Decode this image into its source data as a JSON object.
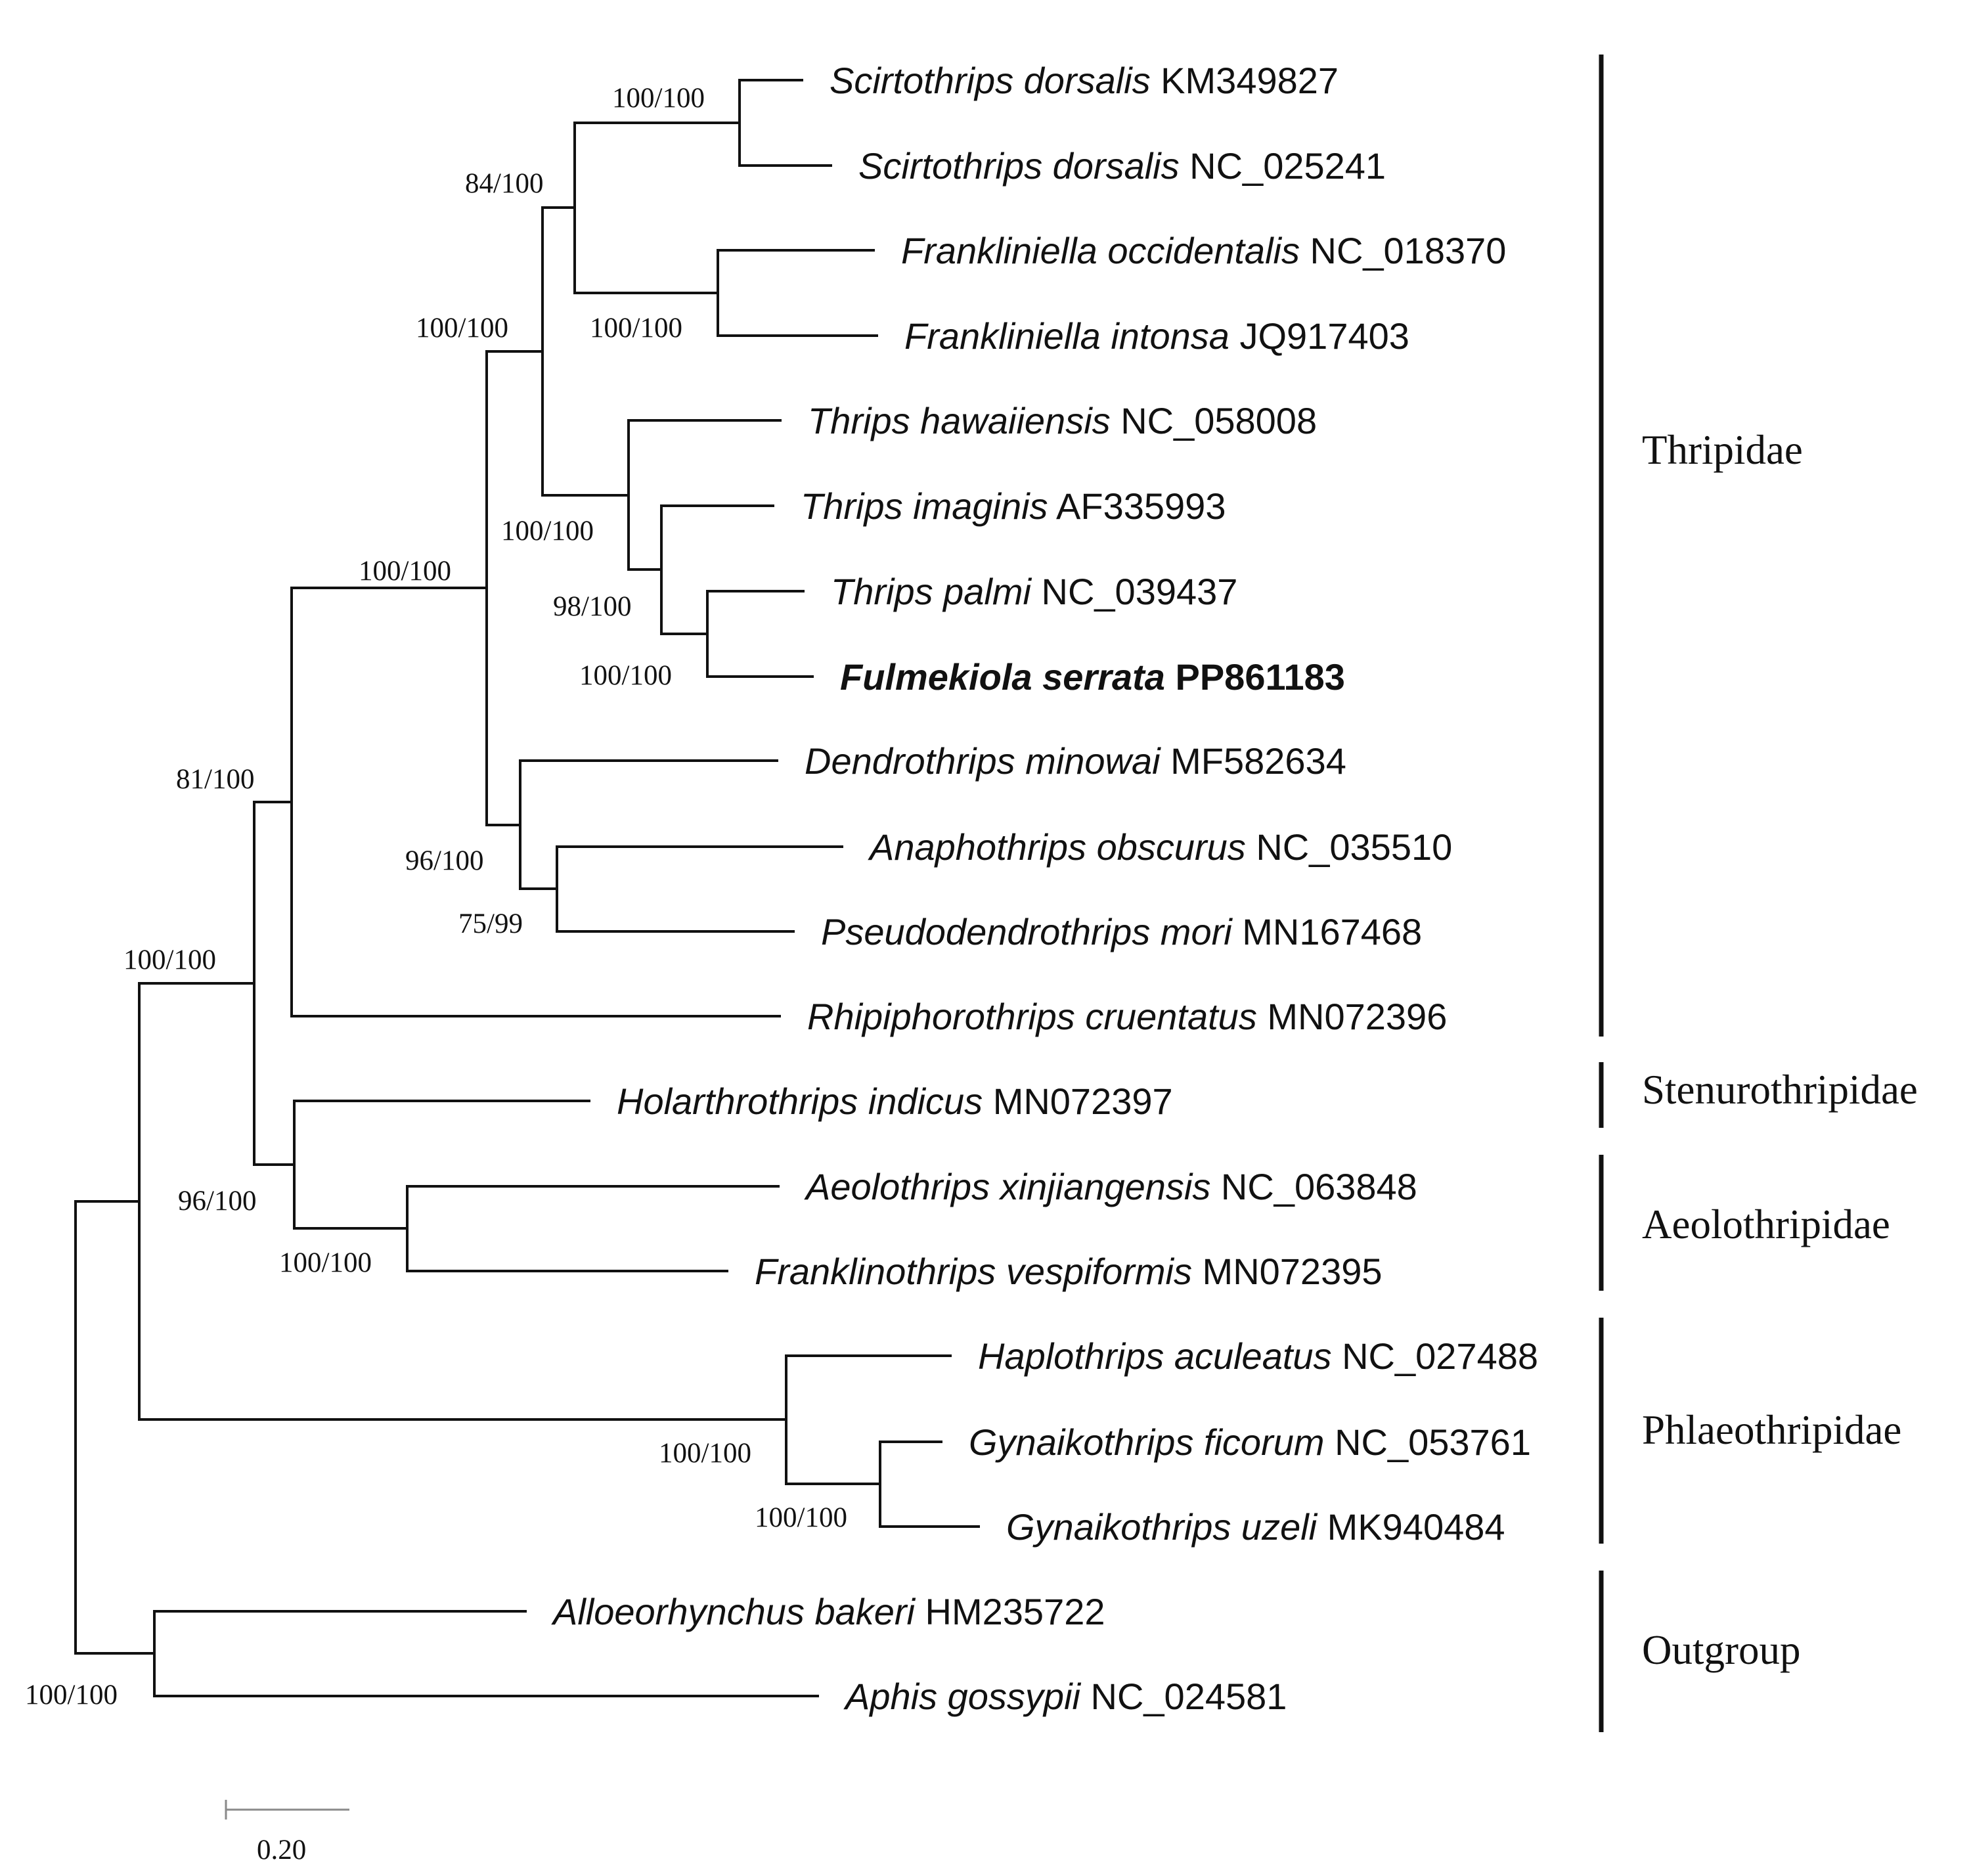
{
  "tree": {
    "taxa": [
      {
        "species": "Scirtothrips dorsalis",
        "accession": "KM349827",
        "highlight": false
      },
      {
        "species": "Scirtothrips dorsalis",
        "accession": "NC_025241",
        "highlight": false
      },
      {
        "species": "Frankliniella occidentalis",
        "accession": "NC_018370",
        "highlight": false
      },
      {
        "species": "Frankliniella intonsa",
        "accession": "JQ917403",
        "highlight": false
      },
      {
        "species": "Thrips hawaiiensis",
        "accession": "NC_058008",
        "highlight": false
      },
      {
        "species": "Thrips imaginis",
        "accession": "AF335993",
        "highlight": false
      },
      {
        "species": "Thrips palmi",
        "accession": "NC_039437",
        "highlight": false
      },
      {
        "species": "Fulmekiola serrata",
        "accession": "PP861183",
        "highlight": true
      },
      {
        "species": "Dendrothrips minowai",
        "accession": "MF582634",
        "highlight": false
      },
      {
        "species": "Anaphothrips obscurus",
        "accession": "NC_035510",
        "highlight": false
      },
      {
        "species": "Pseudodendrothrips mori",
        "accession": "MN167468",
        "highlight": false
      },
      {
        "species": "Rhipiphorothrips cruentatus",
        "accession": "MN072396",
        "highlight": false
      },
      {
        "species": "Holarthrothrips indicus",
        "accession": "MN072397",
        "highlight": false
      },
      {
        "species": "Aeolothrips xinjiangensis",
        "accession": "NC_063848",
        "highlight": false
      },
      {
        "species": "Franklinothrips vespiformis",
        "accession": "MN072395",
        "highlight": false
      },
      {
        "species": "Haplothrips aculeatus",
        "accession": "NC_027488",
        "highlight": false
      },
      {
        "species": "Gynaikothrips ficorum",
        "accession": "NC_053761",
        "highlight": false
      },
      {
        "species": "Gynaikothrips uzeli",
        "accession": "MK940484",
        "highlight": false
      },
      {
        "species": "Alloeorhynchus bakeri",
        "accession": "HM235722",
        "highlight": false
      },
      {
        "species": "Aphis gossypii",
        "accession": "NC_024581",
        "highlight": false
      }
    ],
    "support_values": [
      "100/100",
      "84/100",
      "100/100",
      "100/100",
      "100/100",
      "98/100",
      "100/100",
      "100/100",
      "81/100",
      "96/100",
      "75/99",
      "100/100",
      "96/100",
      "100/100",
      "100/100",
      "100/100",
      "100/100"
    ],
    "families": [
      "Thripidae",
      "Stenurothripidae",
      "Aeolothripidae",
      "Phlaeothripidae",
      "Outgroup"
    ],
    "scale_bar_label": "0.20"
  }
}
